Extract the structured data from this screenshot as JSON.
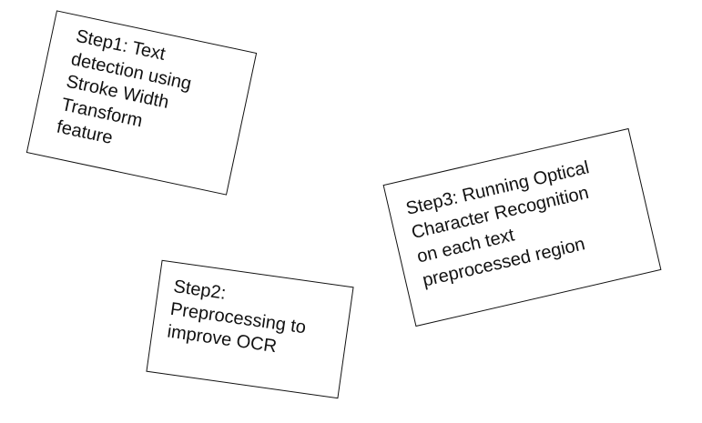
{
  "steps": [
    {
      "text": "Step1: Text\ndetection using\nStroke Width\nTransform\nfeature"
    },
    {
      "text": "Step2:\nPreprocessing to\nimprove OCR"
    },
    {
      "text": "Step3: Running Optical\nCharacter Recognition\non each text\npreprocessed region"
    }
  ]
}
